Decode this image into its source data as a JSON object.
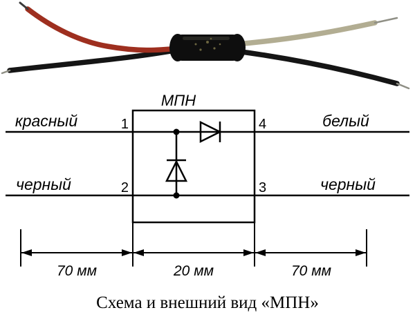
{
  "photo": {
    "colors": {
      "red_wire": "#9e2f1f",
      "black_wire": "#151515",
      "white_wire": "#b2ad92",
      "module_body": "#0e0e0e",
      "wire_tip": "#8f8f85"
    }
  },
  "schematic": {
    "title": "МПН",
    "pins": {
      "p1": "1",
      "p2": "2",
      "p3": "3",
      "p4": "4"
    },
    "labels": {
      "top_left": "красный",
      "bottom_left": "черный",
      "top_right": "белый",
      "bottom_right": "черный"
    }
  },
  "dimensions": {
    "left": "70 мм",
    "center": "20 мм",
    "right": "70 мм"
  },
  "caption": "Схема и внешний вид «МПН»"
}
